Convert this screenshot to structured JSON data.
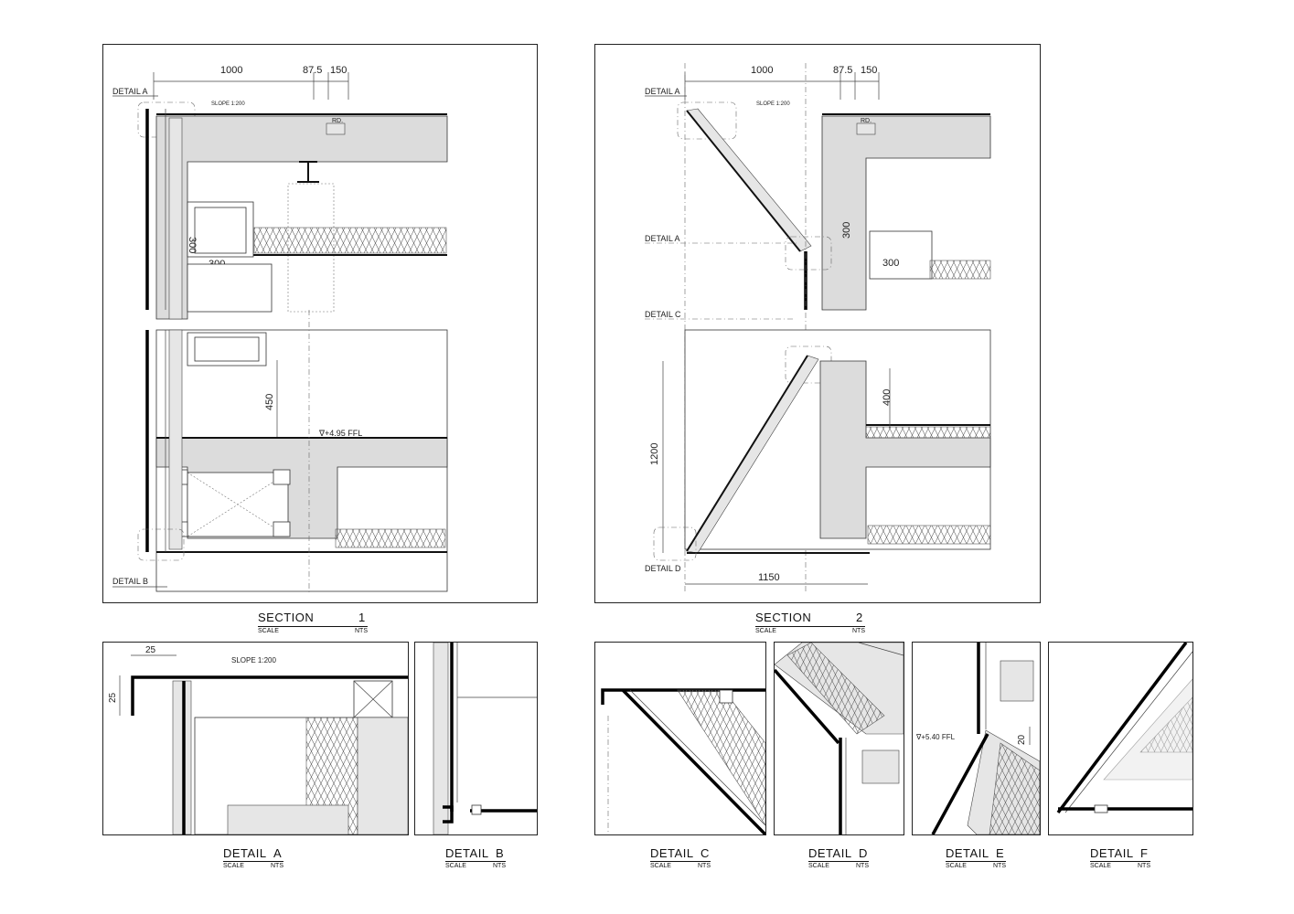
{
  "section1": {
    "dims_top": [
      "1000",
      "87.5",
      "150"
    ],
    "slope": "SLOPE 1:200",
    "rd": "RD.",
    "dim_300_vertical": "300",
    "dim_300": "300",
    "dim_450": "450",
    "level": "∇+4.95 FFL",
    "detail_a": "DETAIL A",
    "detail_b": "DETAIL B",
    "title": "SECTION",
    "number": "1",
    "scale_label": "SCALE",
    "scale_value": "NTS"
  },
  "section2": {
    "dims_top": [
      "1000",
      "87.5",
      "150"
    ],
    "slope": "SLOPE 1:200",
    "rd": "RD.",
    "dim_300_vertical": "300",
    "dim_300": "300",
    "dim_400": "400",
    "dim_1200": "1200",
    "dim_1150": "1150",
    "detail_a_top": "DETAIL A",
    "detail_a_mid": "DETAIL A",
    "detail_c": "DETAIL C",
    "detail_d": "DETAIL D",
    "title": "SECTION",
    "number": "2",
    "scale_label": "SCALE",
    "scale_value": "NTS"
  },
  "detail_a": {
    "dim_25_h": "25",
    "dim_25_v": "25",
    "slope": "SLOPE 1:200",
    "title": "DETAIL",
    "letter": "A",
    "scale_label": "SCALE",
    "scale_value": "NTS"
  },
  "detail_b": {
    "title": "DETAIL",
    "letter": "B",
    "scale_label": "SCALE",
    "scale_value": "NTS"
  },
  "detail_c": {
    "title": "DETAIL",
    "letter": "C",
    "scale_label": "SCALE",
    "scale_value": "NTS"
  },
  "detail_d": {
    "title": "DETAIL",
    "letter": "D",
    "scale_label": "SCALE",
    "scale_value": "NTS"
  },
  "detail_e": {
    "level": "∇+5.40 FFL",
    "dim_20": "20",
    "title": "DETAIL",
    "letter": "E",
    "scale_label": "SCALE",
    "scale_value": "NTS"
  },
  "detail_f": {
    "title": "DETAIL",
    "letter": "F",
    "scale_label": "SCALE",
    "scale_value": "NTS"
  }
}
